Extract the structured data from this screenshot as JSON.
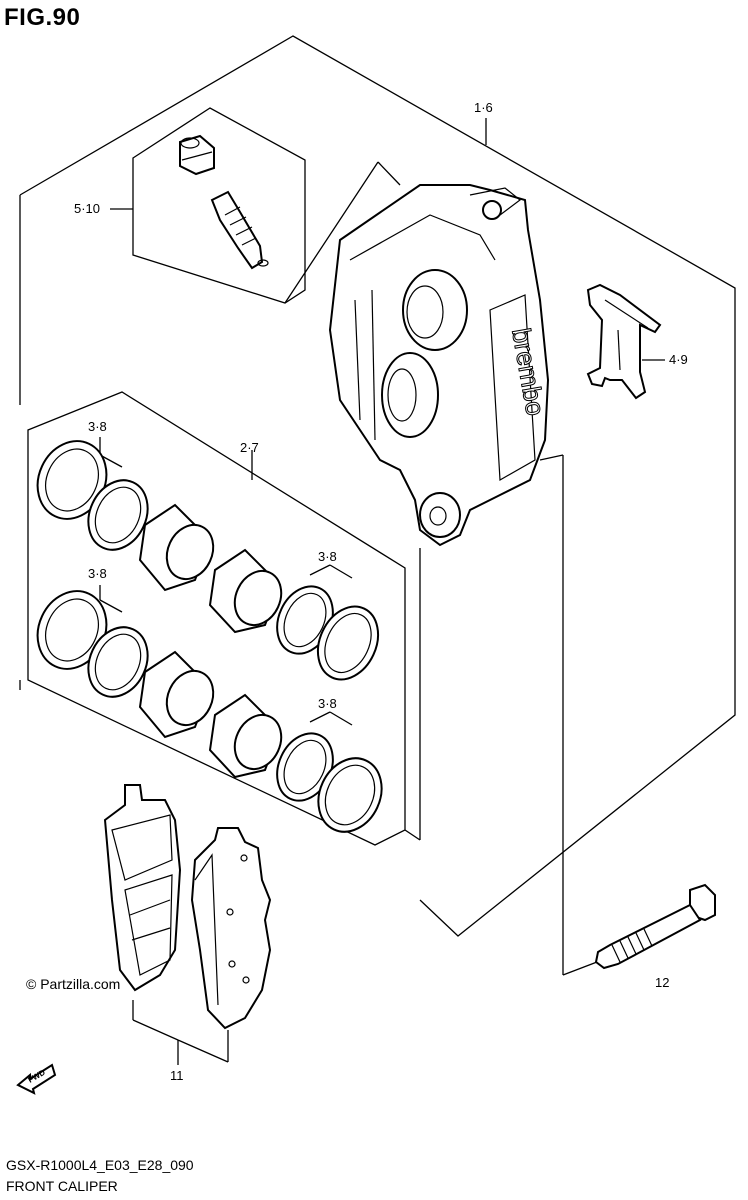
{
  "figure": {
    "title": "FIG.90"
  },
  "callouts": {
    "caliper_assy": "1·6",
    "bleeder_kit": "5·10",
    "pad_spring": "4·9",
    "piston_set": "2·7",
    "seal_a": "3·8",
    "seal_b": "3·8",
    "seal_c": "3·8",
    "seal_d": "3·8",
    "pads": "11",
    "bolt": "12"
  },
  "watermark": "© Partzilla.com",
  "fwd_arrow": "FWD",
  "caliper_brand": "brembo",
  "footer": {
    "model": "GSX-R1000L4_E03_E28_090",
    "caption": "FRONT CALIPER"
  }
}
